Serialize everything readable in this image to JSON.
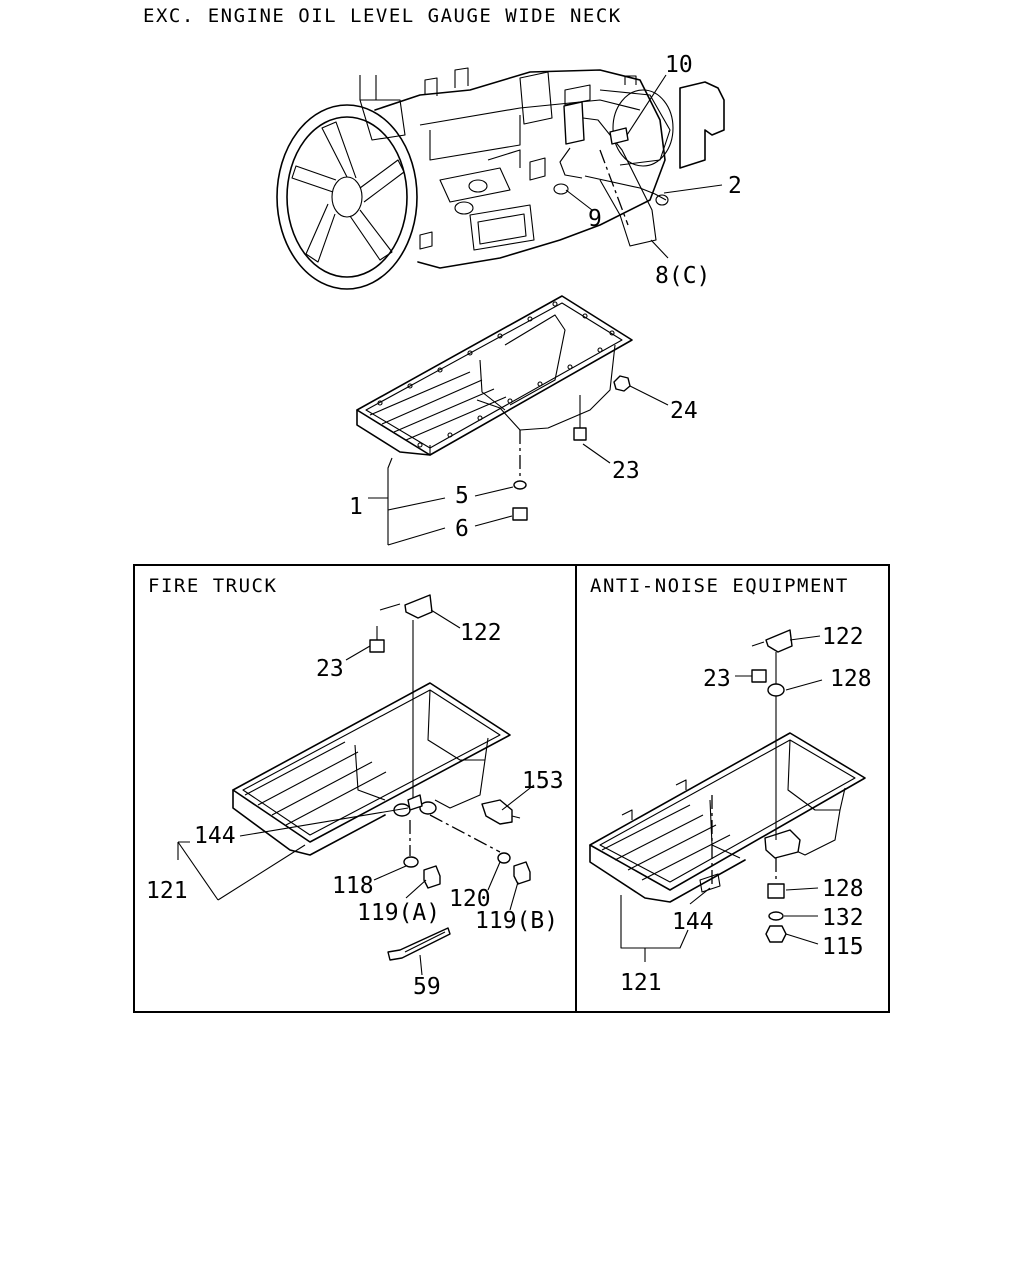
{
  "title": "EXC. ENGINE OIL LEVEL GAUGE WIDE NECK",
  "panels": {
    "fire_truck": {
      "title": "FIRE TRUCK"
    },
    "anti_noise": {
      "title": "ANTI-NOISE EQUIPMENT"
    }
  },
  "callouts": {
    "p10": "10",
    "p2": "2",
    "p9": "9",
    "p8c": "8(C)",
    "p24": "24",
    "p23": "23",
    "p1": "1",
    "p5": "5",
    "p6": "6",
    "ft_122": "122",
    "ft_23": "23",
    "ft_153": "153",
    "ft_144": "144",
    "ft_121": "121",
    "ft_118": "118",
    "ft_119a": "119(A)",
    "ft_120": "120",
    "ft_119b": "119(B)",
    "ft_59": "59",
    "an_122": "122",
    "an_23": "23",
    "an_128a": "128",
    "an_128b": "128",
    "an_132": "132",
    "an_115": "115",
    "an_144": "144",
    "an_121": "121"
  }
}
